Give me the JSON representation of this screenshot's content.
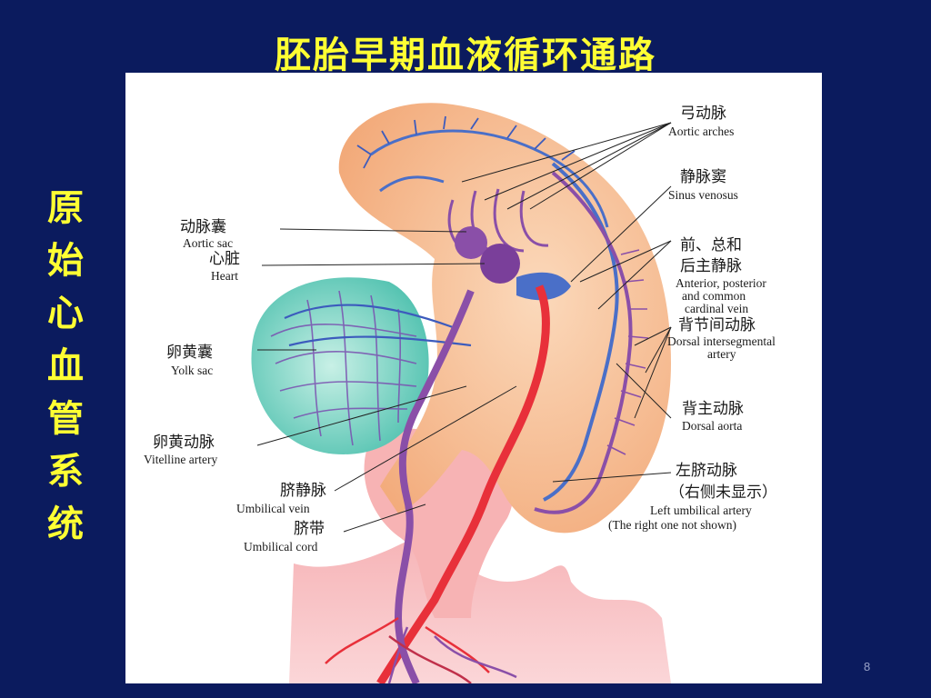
{
  "slide": {
    "title": "胚胎早期血液循环通路",
    "side_title": [
      "原",
      "始",
      "心",
      "血",
      "管",
      "系",
      "统"
    ],
    "page_number": "8"
  },
  "labels": {
    "aortic_arches": {
      "zh": "弓动脉",
      "en": "Aortic arches"
    },
    "sinus_venosus": {
      "zh": "静脉窦",
      "en": "Sinus venosus"
    },
    "cardinal_vein": {
      "zh1": "前、总和",
      "zh2": "后主静脉",
      "en1": "Anterior, posterior",
      "en2": "and common",
      "en3": "cardinal vein"
    },
    "intersegmental": {
      "zh": "背节间动脉",
      "en1": "Dorsal intersegmental",
      "en2": "artery"
    },
    "dorsal_aorta": {
      "zh": "背主动脉",
      "en": "Dorsal aorta"
    },
    "left_umbilical": {
      "zh1": "左脐动脉",
      "zh2": "（右侧未显示）",
      "en1": "Left umbilical artery",
      "en2": "(The right one not shown)"
    },
    "aortic_sac": {
      "zh": "动脉囊",
      "en": "Aortic sac"
    },
    "heart": {
      "zh": "心脏",
      "en": "Heart"
    },
    "yolk_sac": {
      "zh": "卵黄囊",
      "en": "Yolk sac"
    },
    "vitelline_artery": {
      "zh": "卵黄动脉",
      "en": "Vitelline artery"
    },
    "umbilical_vein": {
      "zh": "脐静脉",
      "en": "Umbilical vein"
    },
    "umbilical_cord": {
      "zh": "脐带",
      "en": "Umbilical cord"
    }
  },
  "colors": {
    "background": "#0b1b5e",
    "title": "#ffff33",
    "embryo": "#f6b98a",
    "yolk_sac": "#6fd0c0",
    "artery": "#e8303a",
    "vein": "#4a6fc8",
    "vessel_purple": "#8a4fa8"
  }
}
